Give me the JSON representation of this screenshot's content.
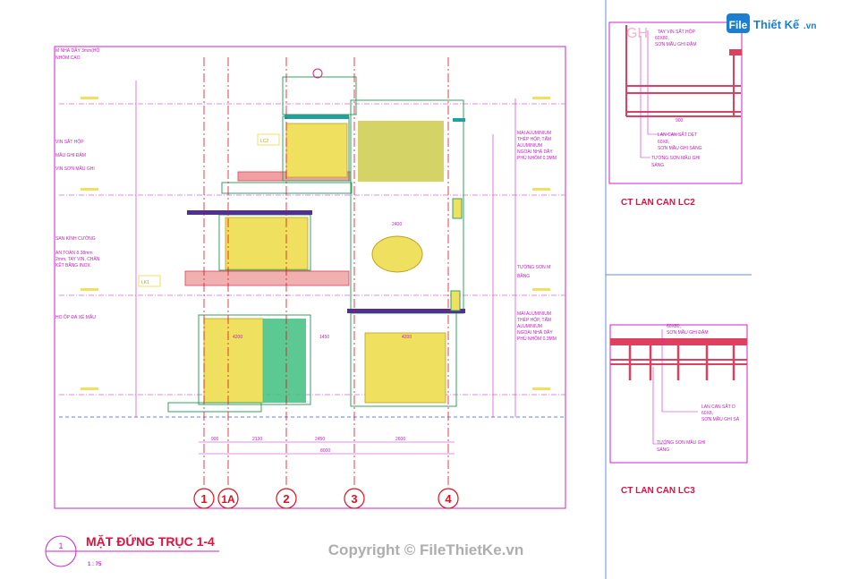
{
  "logo": {
    "brand_file": "File",
    "brand_name": "Thiết Kế",
    "brand_tld": ".vn"
  },
  "main_drawing": {
    "title": "MẶT ĐỨNG TRỤC 1-4",
    "scale": "1 : 75",
    "number": "1",
    "axes": [
      "1",
      "1A",
      "2",
      "3",
      "4"
    ],
    "tags": {
      "lc1": "LK1",
      "lc2": "LC2"
    },
    "notes_left": [
      "M NHÀ DÂY 3mm(HỘ",
      "NHỎM.CAO",
      "VIN SẮT HỘP",
      "MẦU GHI ĐẬM",
      "VIN SƠN MẦU GHI",
      "SAN KÍNH CƯỜNG",
      "AN TOÀN 8.38mm",
      "2mm, TAY VỊN, CHÂN",
      "KẾT BẰNG INOX",
      "HO ỐP ĐÁ XẺ MẦU"
    ],
    "notes_right": [
      "MÁI ALUMINIUM",
      "THÉP HỘP, TẤM",
      "ALUMINIUM",
      "NGOÀI NHÀ DÂY",
      "PHỦ NHÔM 0.3MM",
      "TƯỜNG SƠN M",
      "BẰNG"
    ],
    "dims_bottom": [
      "900",
      "2130",
      "2450",
      "2600",
      "8000"
    ],
    "dims_inner": [
      "2400",
      "1450",
      "4200",
      "4200"
    ]
  },
  "detail_lc2": {
    "title": "CT LAN CAN LC2",
    "notes": [
      "TAY VỊN SẮT HỘP",
      "60X80,",
      "SƠN MẦU GHI ĐẬM",
      "LAN CAN SẮT DẸT",
      "60X8,",
      "SƠN MẦU GHI SÁNG",
      "TƯỜNG SƠN MẦU GHI",
      "SÁNG"
    ],
    "dim": "900"
  },
  "detail_lc3": {
    "title": "CT LAN CAN LC3",
    "notes": [
      "60X80,",
      "SƠN MẦU GHI ĐẬM",
      "LAN CAN SẮT D",
      "60X8,",
      "SƠN MẦU GHI SÁ",
      "TƯỜNG SƠN MẦU GHI",
      "SÁNG"
    ]
  },
  "watermark": "Copyright © FileThietKe.vn",
  "colors": {
    "frame": "#d020d0",
    "axis": "#e01020",
    "glass": "#f0e060",
    "wall_green": "#40c080",
    "roof": "#503090",
    "rail": "#e04060",
    "brand_blue": "#1a7fd0"
  }
}
